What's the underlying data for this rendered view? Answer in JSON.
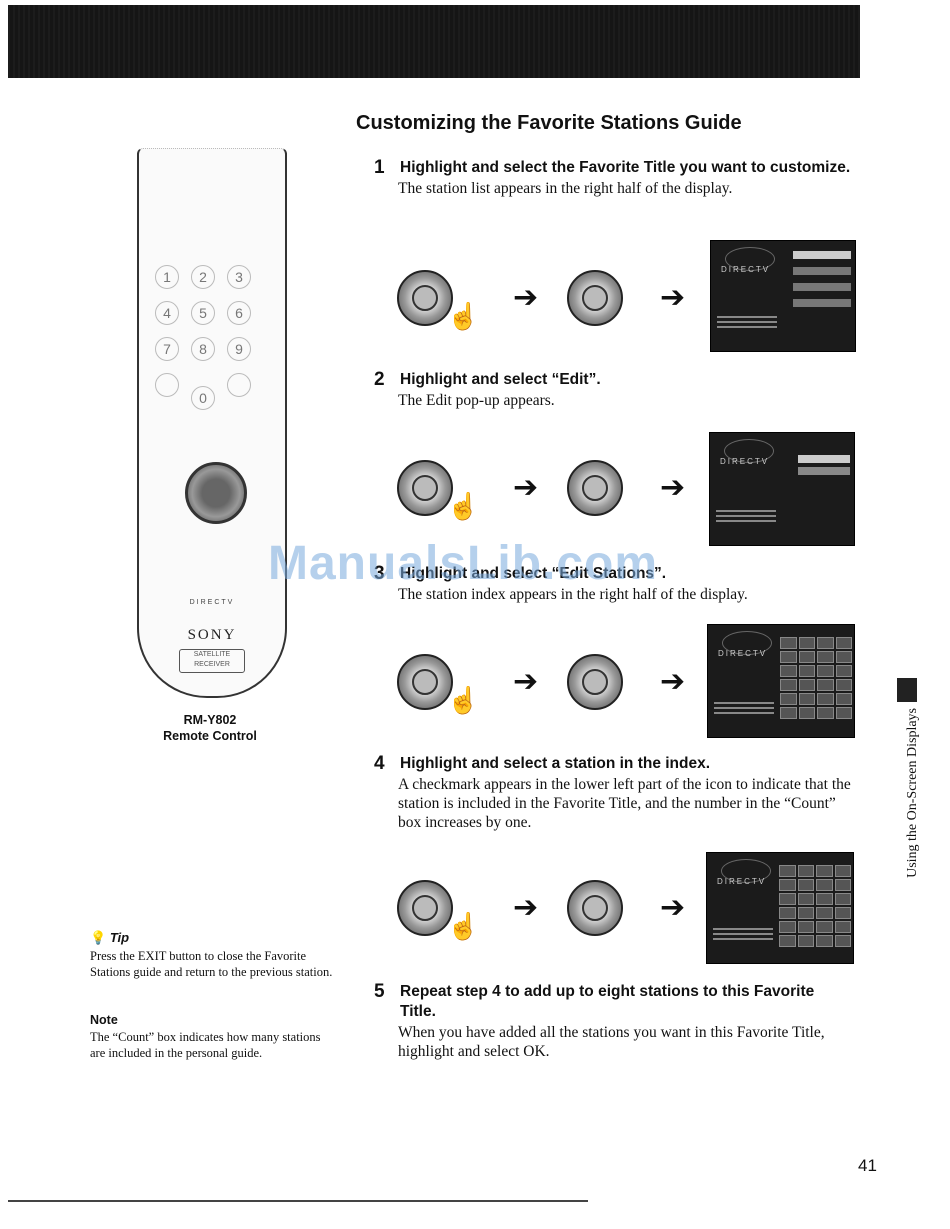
{
  "header": {
    "title": "Customizing the Favorite Stations Guide"
  },
  "steps": [
    {
      "number": "1",
      "title": "Highlight and select the Favorite Title you want to customize.",
      "body": "The station list appears in the right half of the display."
    },
    {
      "number": "2",
      "title": "Highlight and select “Edit”.",
      "body": "The Edit pop-up appears."
    },
    {
      "number": "3",
      "title": "Highlight and select “Edit Stations”.",
      "body": "The station index appears in the right half of the display."
    },
    {
      "number": "4",
      "title": "Highlight and select a station in the index.",
      "body": "A checkmark appears in the lower left part of the icon to indicate that the station is included in the Favorite Title, and the number in the “Count” box increases by one."
    },
    {
      "number": "5",
      "title": "Repeat step 4 to add up to eight stations to this Favorite Title.",
      "body": "When you have added all the stations you want in this Favorite Title, highlight and select OK."
    }
  ],
  "remote": {
    "brand": "SONY",
    "service": "DIRECTV",
    "badge_line1": "SATELLITE",
    "badge_line2": "RECEIVER",
    "keys": [
      "1",
      "2",
      "3",
      "4",
      "5",
      "6",
      "7",
      "8",
      "9",
      "",
      "0",
      ""
    ],
    "caption_model": "RM-Y802",
    "caption_label": "Remote Control"
  },
  "screens": {
    "logo": "DIRECTV"
  },
  "tip": {
    "heading": "Tip",
    "text": "Press the EXIT button to close the Favorite Stations guide and return to the previous station."
  },
  "note": {
    "heading": "Note",
    "text": "The “Count” box indicates how many stations are included in the personal guide."
  },
  "side_label": "Using the On-Screen Displays",
  "page_number": "41",
  "watermark": "ManualsLib.com",
  "arrow_glyph": "➔"
}
